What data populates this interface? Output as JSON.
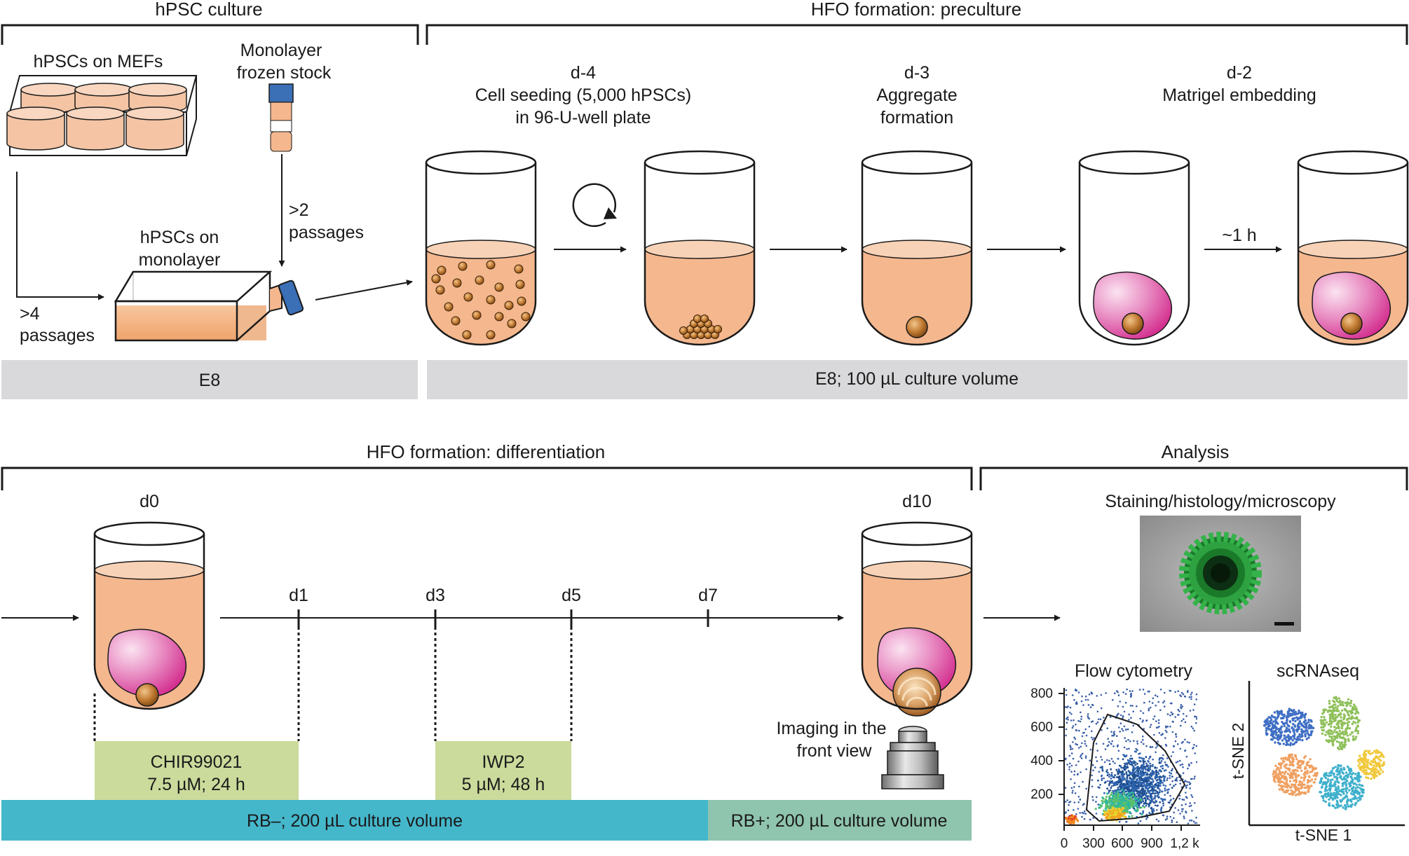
{
  "sections": {
    "hpsc_culture": "hPSC culture",
    "preculture": "HFO formation: preculture",
    "differentiation": "HFO formation: differentiation",
    "analysis": "Analysis"
  },
  "hpsc": {
    "mefs_label": "hPSCs on MEFs",
    "frozen_line1": "Monolayer",
    "frozen_line2": "frozen stock",
    "passages2_line1": ">2",
    "passages2_line2": "passages",
    "monolayer_line1": "hPSCs on",
    "monolayer_line2": "monolayer",
    "passages4_line1": ">4",
    "passages4_line2": "passages",
    "medium": "E8"
  },
  "preculture": {
    "d4_day": "d-4",
    "d4_line1": "Cell seeding (5,000 hPSCs)",
    "d4_line2": "in 96-U-well plate",
    "d3_day": "d-3",
    "d3_line1": "Aggregate",
    "d3_line2": "formation",
    "d2_day": "d-2",
    "d2_line1": "Matrigel embedding",
    "time_label": "~1 h",
    "medium": "E8; 100 µL culture volume"
  },
  "differentiation": {
    "d0": "d0",
    "d1": "d1",
    "d3": "d3",
    "d5": "d5",
    "d7": "d7",
    "d10": "d10",
    "chir_line1": "CHIR99021",
    "chir_line2": "7.5 µM; 24 h",
    "iwp2_line1": "IWP2",
    "iwp2_line2": "5 µM; 48 h",
    "rb_minus": "RB–; 200 µL culture volume",
    "rb_plus": "RB+; 200 µL culture volume",
    "imaging_line1": "Imaging in the",
    "imaging_line2": "front view"
  },
  "analysis": {
    "staining": "Staining/histology/microscopy",
    "flow_title": "Flow cytometry",
    "sc_title": "scRNAseq"
  },
  "flow_axis": {
    "y_ticks": [
      "800",
      "600",
      "400",
      "200"
    ],
    "x_ticks": [
      "0",
      "300",
      "600",
      "900",
      "1,2 k"
    ]
  },
  "tsne_axis": {
    "x": "t-SNE 1",
    "y": "t-SNE 2"
  },
  "colors": {
    "medium": "#f4b78e",
    "medium_top": "#f8d2b6",
    "cell": "#b8722e",
    "matrigel": "#d6238d",
    "gray_bar": "#d9d9db",
    "chir_box": "#cbdb9c",
    "rb_minus": "#45b7cb",
    "rb_plus": "#8fc4ae",
    "cap": "#3b6fb6"
  }
}
